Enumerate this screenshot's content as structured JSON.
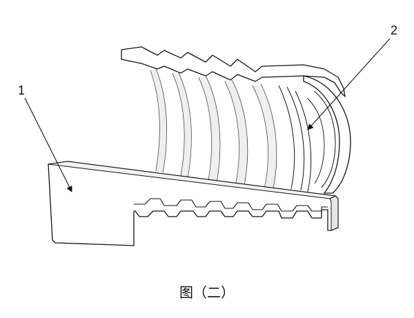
{
  "figure": {
    "caption": "图（二）",
    "callouts": [
      {
        "id": "1"
      },
      {
        "id": "2"
      }
    ]
  },
  "colors": {
    "stroke": "#111111",
    "face": "#ffffff",
    "shade": "#e6e6e6",
    "dark_shade": "#c9c9c9"
  }
}
